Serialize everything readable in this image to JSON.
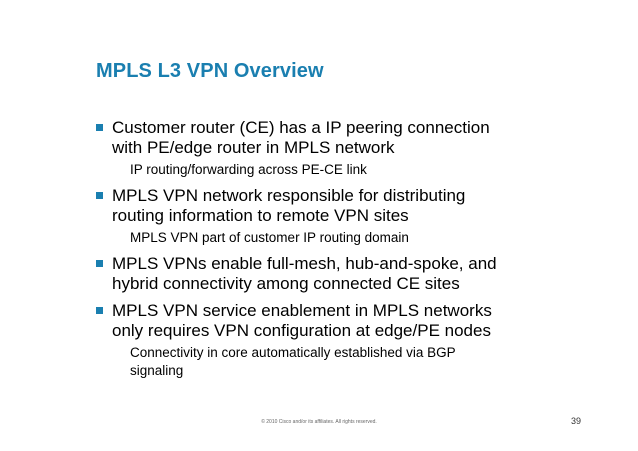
{
  "slide": {
    "title": "MPLS L3 VPN Overview",
    "bullets": [
      {
        "lines": [
          "Customer router (CE) has a IP peering connection",
          "with PE/edge router in MPLS network"
        ],
        "sub": [
          "IP routing/forwarding across PE-CE link"
        ]
      },
      {
        "lines": [
          "MPLS VPN network responsible for distributing",
          "routing information to remote VPN sites"
        ],
        "sub": [
          "MPLS VPN part of customer IP routing domain"
        ]
      },
      {
        "lines": [
          "MPLS VPNs enable full-mesh, hub-and-spoke, and",
          "hybrid connectivity among connected CE sites"
        ],
        "sub": []
      },
      {
        "lines": [
          "MPLS VPN service enablement in MPLS networks",
          "only requires VPN configuration at edge/PE nodes"
        ],
        "sub": [
          "Connectivity in core automatically established via BGP",
          "signaling"
        ]
      }
    ],
    "footer": "© 2010 Cisco and/or its affiliates. All rights reserved.",
    "page_number": "39",
    "accent_color": "#1a7fb0"
  }
}
